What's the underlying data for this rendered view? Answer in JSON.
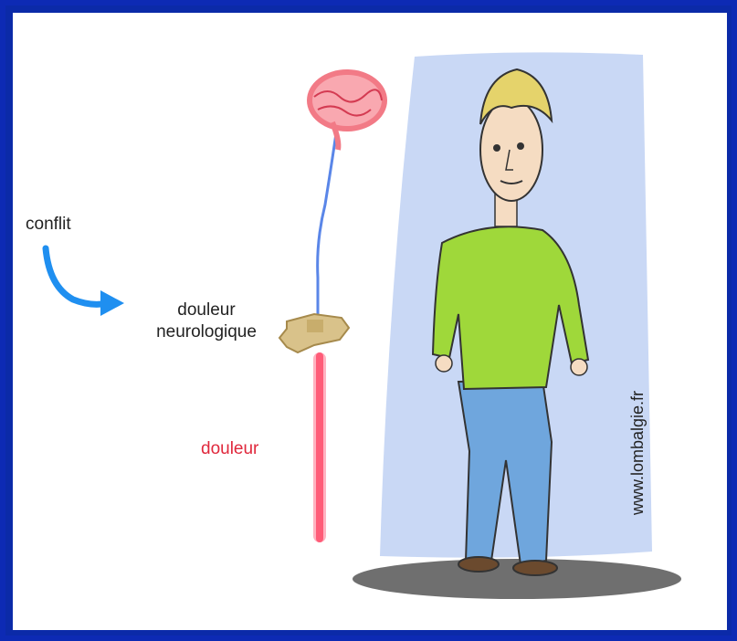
{
  "labels": {
    "conflict": "conflit",
    "neuro_pain_line1": "douleur",
    "neuro_pain_line2": "neurologique",
    "pain": "douleur",
    "website": "www.lombalgie.fr"
  },
  "colors": {
    "frame": "#0b2aa8",
    "background_panel": "#c9d8f5",
    "nerve_upper": "#5a86e8",
    "nerve_lower": "#ff5c78",
    "pain_text": "#e0283c",
    "arrow": "#1f8ff0",
    "shirt": "#9fd83a",
    "jeans": "#6fa6dd",
    "hair": "#e5d36b",
    "brain": "#f27a86",
    "vertebra": "#d9c28a"
  },
  "icons": [
    "brain-icon",
    "vertebra-icon",
    "curved-arrow-icon"
  ]
}
